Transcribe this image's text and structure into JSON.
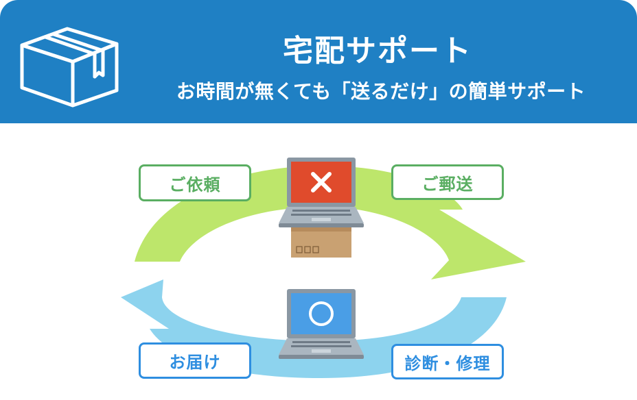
{
  "header": {
    "title": "宅配サポート",
    "subtitle": "お時間が無くても「送るだけ」の簡単サポート",
    "icon": "package-box-icon",
    "background_color": "#1f80c4"
  },
  "cycle": {
    "steps": [
      {
        "label": "ご依頼",
        "color": "#5aae62",
        "arrow": "green"
      },
      {
        "label": "ご郵送",
        "color": "#5aae62",
        "arrow": "green"
      },
      {
        "label": "診断・修理",
        "color": "#2e8ee0",
        "arrow": "blue"
      },
      {
        "label": "お届け",
        "color": "#2e8ee0",
        "arrow": "blue"
      }
    ],
    "arrow_colors": {
      "green": "#bde66b",
      "blue": "#8dd3ee"
    },
    "broken_laptop_icon": "laptop-with-x-icon",
    "repaired_laptop_icon": "laptop-with-circle-icon",
    "parcel_icon": "cardboard-box-icon",
    "status_colors": {
      "broken": "#e04b2c",
      "repaired": "#4a9ee6"
    }
  }
}
